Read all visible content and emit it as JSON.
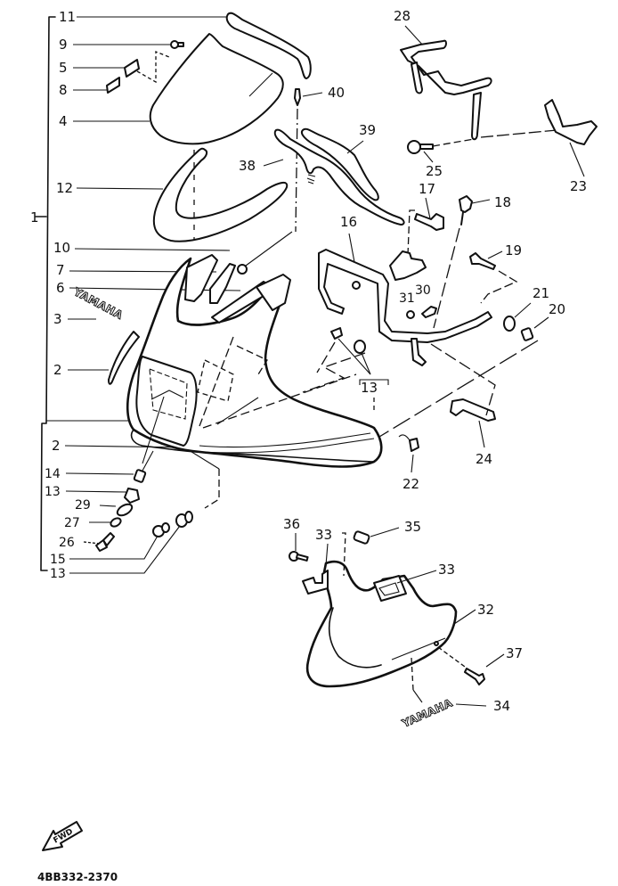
{
  "diagram": {
    "title": "Cowling (exploded parts diagram)",
    "brand_decal_text": "YAMAHA",
    "forward_arrow_label": "FWD",
    "figure_code": "4BB332-2370",
    "assembly_label": "1",
    "ink_color": "#111111",
    "background_color": "#ffffff"
  },
  "callouts": {
    "c1": "1",
    "c2a": "2",
    "c2b": "2",
    "c3": "3",
    "c4": "4",
    "c5": "5",
    "c6": "6",
    "c7": "7",
    "c8": "8",
    "c9": "9",
    "c10": "10",
    "c11": "11",
    "c12": "12",
    "c13a": "13",
    "c13b": "13",
    "c13c": "13",
    "c14": "14",
    "c15": "15",
    "c16": "16",
    "c17": "17",
    "c18": "18",
    "c19": "19",
    "c20": "20",
    "c21": "21",
    "c22": "22",
    "c23": "23",
    "c24": "24",
    "c25": "25",
    "c26": "26",
    "c27": "27",
    "c28": "28",
    "c29": "29",
    "c30": "30",
    "c31": "31",
    "c32": "32",
    "c33a": "33",
    "c33b": "33",
    "c34": "34",
    "c35": "35",
    "c36": "36",
    "c37": "37",
    "c38": "38",
    "c39": "39",
    "c40": "40"
  }
}
